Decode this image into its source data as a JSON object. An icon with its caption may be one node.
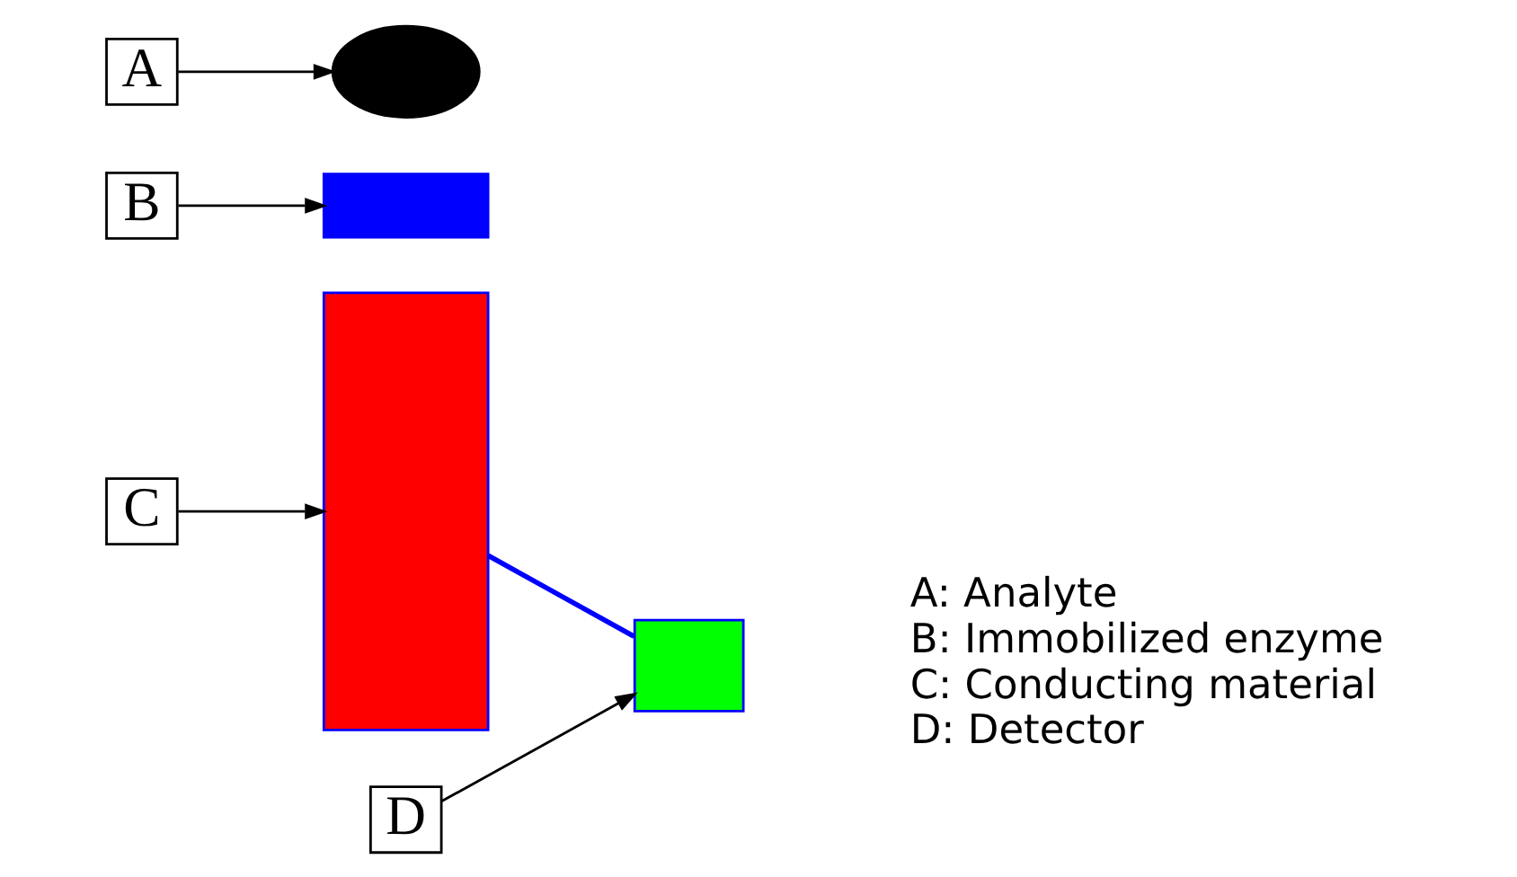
{
  "diagram": {
    "nodes": [
      {
        "text": [
          "C"
        ]
      },
      {
        "text": [
          "B"
        ]
      },
      {
        "text": [
          "A"
        ]
      },
      {
        "text": [
          "D"
        ]
      },
      {
        "text": [],
        "shape": "box"
      },
      {
        "text": [],
        "shape": "box"
      },
      {
        "text": [],
        "shape": "ellipse"
      },
      {
        "text": [],
        "shape": "box"
      }
    ],
    "edges": [
      {
        "from": 0,
        "to": 4,
        "arrow": "to"
      },
      {
        "from": 1,
        "to": 5,
        "arrow": "to"
      },
      {
        "from": 2,
        "to": 6,
        "arrow": "to"
      },
      {
        "from": 3,
        "to": 7,
        "arrow": "to"
      },
      {
        "from": 4,
        "to": 7,
        "arrow": "none",
        "color": "#0000ff"
      }
    ],
    "labels": [
      "A: Analyte",
      "B: Immobilized enzyme",
      "C: Conducting material",
      "D: Detector"
    ]
  }
}
